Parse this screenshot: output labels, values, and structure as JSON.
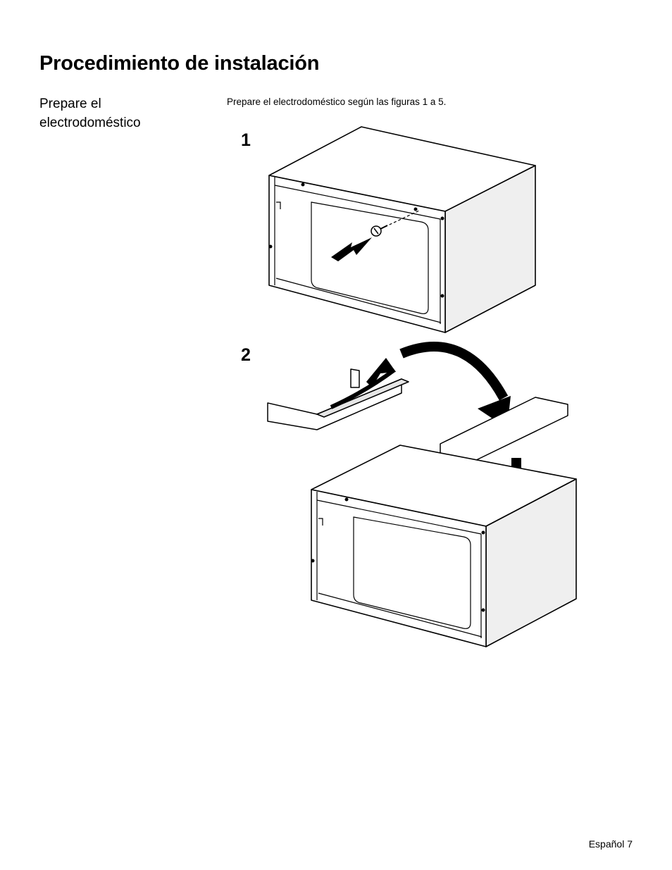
{
  "page": {
    "title": "Procedimiento de instalación",
    "section_heading_line1": "Prepare el",
    "section_heading_line2": "electrodoméstico",
    "intro": "Prepare el electrodoméstico según las figuras 1 a 5.",
    "figures": [
      {
        "number": "1"
      },
      {
        "number": "2"
      }
    ],
    "footer_page": "Español 7"
  }
}
